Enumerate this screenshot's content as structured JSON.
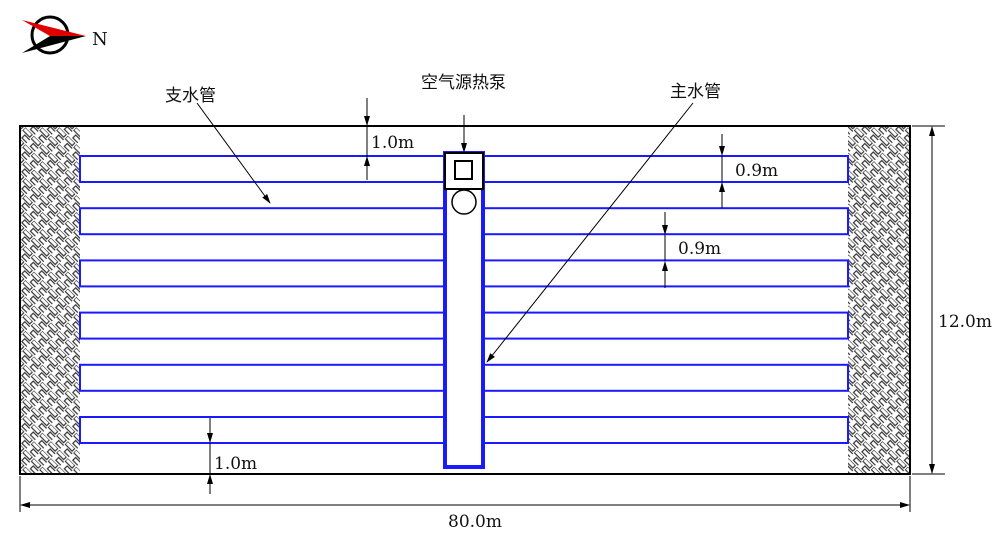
{
  "compass": {
    "label": "N"
  },
  "labels": {
    "branch_pipe": "支水管",
    "heat_pump": "空气源热泵",
    "main_pipe": "主水管"
  },
  "dimensions": {
    "top_margin": "1.0m",
    "pipe_spacing_1": "0.9m",
    "pipe_spacing_2": "0.9m",
    "bottom_margin": "1.0m",
    "height": "12.0m",
    "width": "80.0m"
  },
  "colors": {
    "pipe": "#1a1aff",
    "compass_red": "#e00000"
  }
}
